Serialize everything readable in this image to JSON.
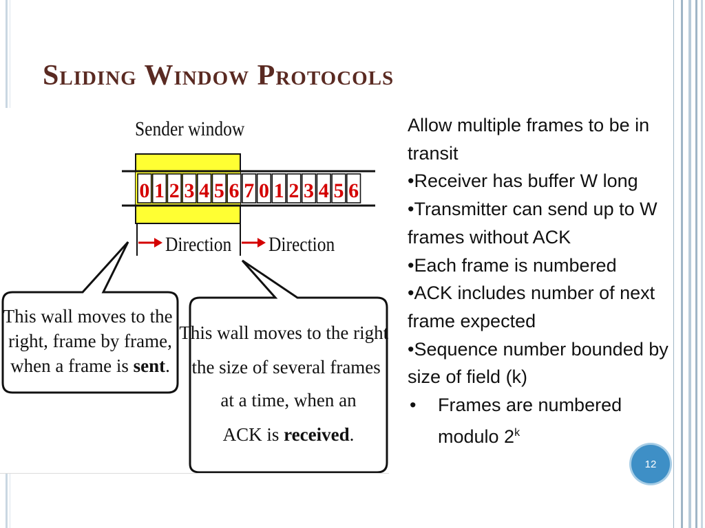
{
  "slide": {
    "title": "Sliding Window Protocols",
    "page_number": "12"
  },
  "diagram": {
    "sender_window_label": "Sender window",
    "frame_numbers": [
      "0",
      "1",
      "2",
      "3",
      "4",
      "5",
      "6",
      "7",
      "0",
      "1",
      "2",
      "3",
      "4",
      "5",
      "6"
    ],
    "direction_label_left": "Direction",
    "direction_label_right": "Direction",
    "callout_left": {
      "line1": "This wall moves to the",
      "line2": "right, frame by frame,",
      "line3_prefix": "when a frame is ",
      "line3_bold": "sent",
      "line3_suffix": "."
    },
    "callout_right": {
      "line1": "This wall moves to the right,",
      "line2": "the size of several frames",
      "line3": "at a time, when an",
      "line4_prefix": "ACK is ",
      "line4_bold": "received",
      "line4_suffix": "."
    }
  },
  "text": {
    "intro": "Allow multiple frames to be in transit",
    "bullets": [
      "•Receiver has buffer W long",
      "•Transmitter can send up to W frames without ACK",
      "•Each frame is numbered",
      "•ACK includes number of next frame expected",
      "•Sequence number bounded by size of field (k)"
    ],
    "sub_bullet_mark": "•",
    "sub_bullet_text": "Frames are numbered modulo 2",
    "sub_bullet_sup": "k"
  },
  "colors": {
    "title": "#5a2a22",
    "frame_number": "#d40000",
    "window_fill": "#ffff33",
    "page_badge": "#3e8fc6",
    "frame_lines": "#9fb5c6"
  }
}
